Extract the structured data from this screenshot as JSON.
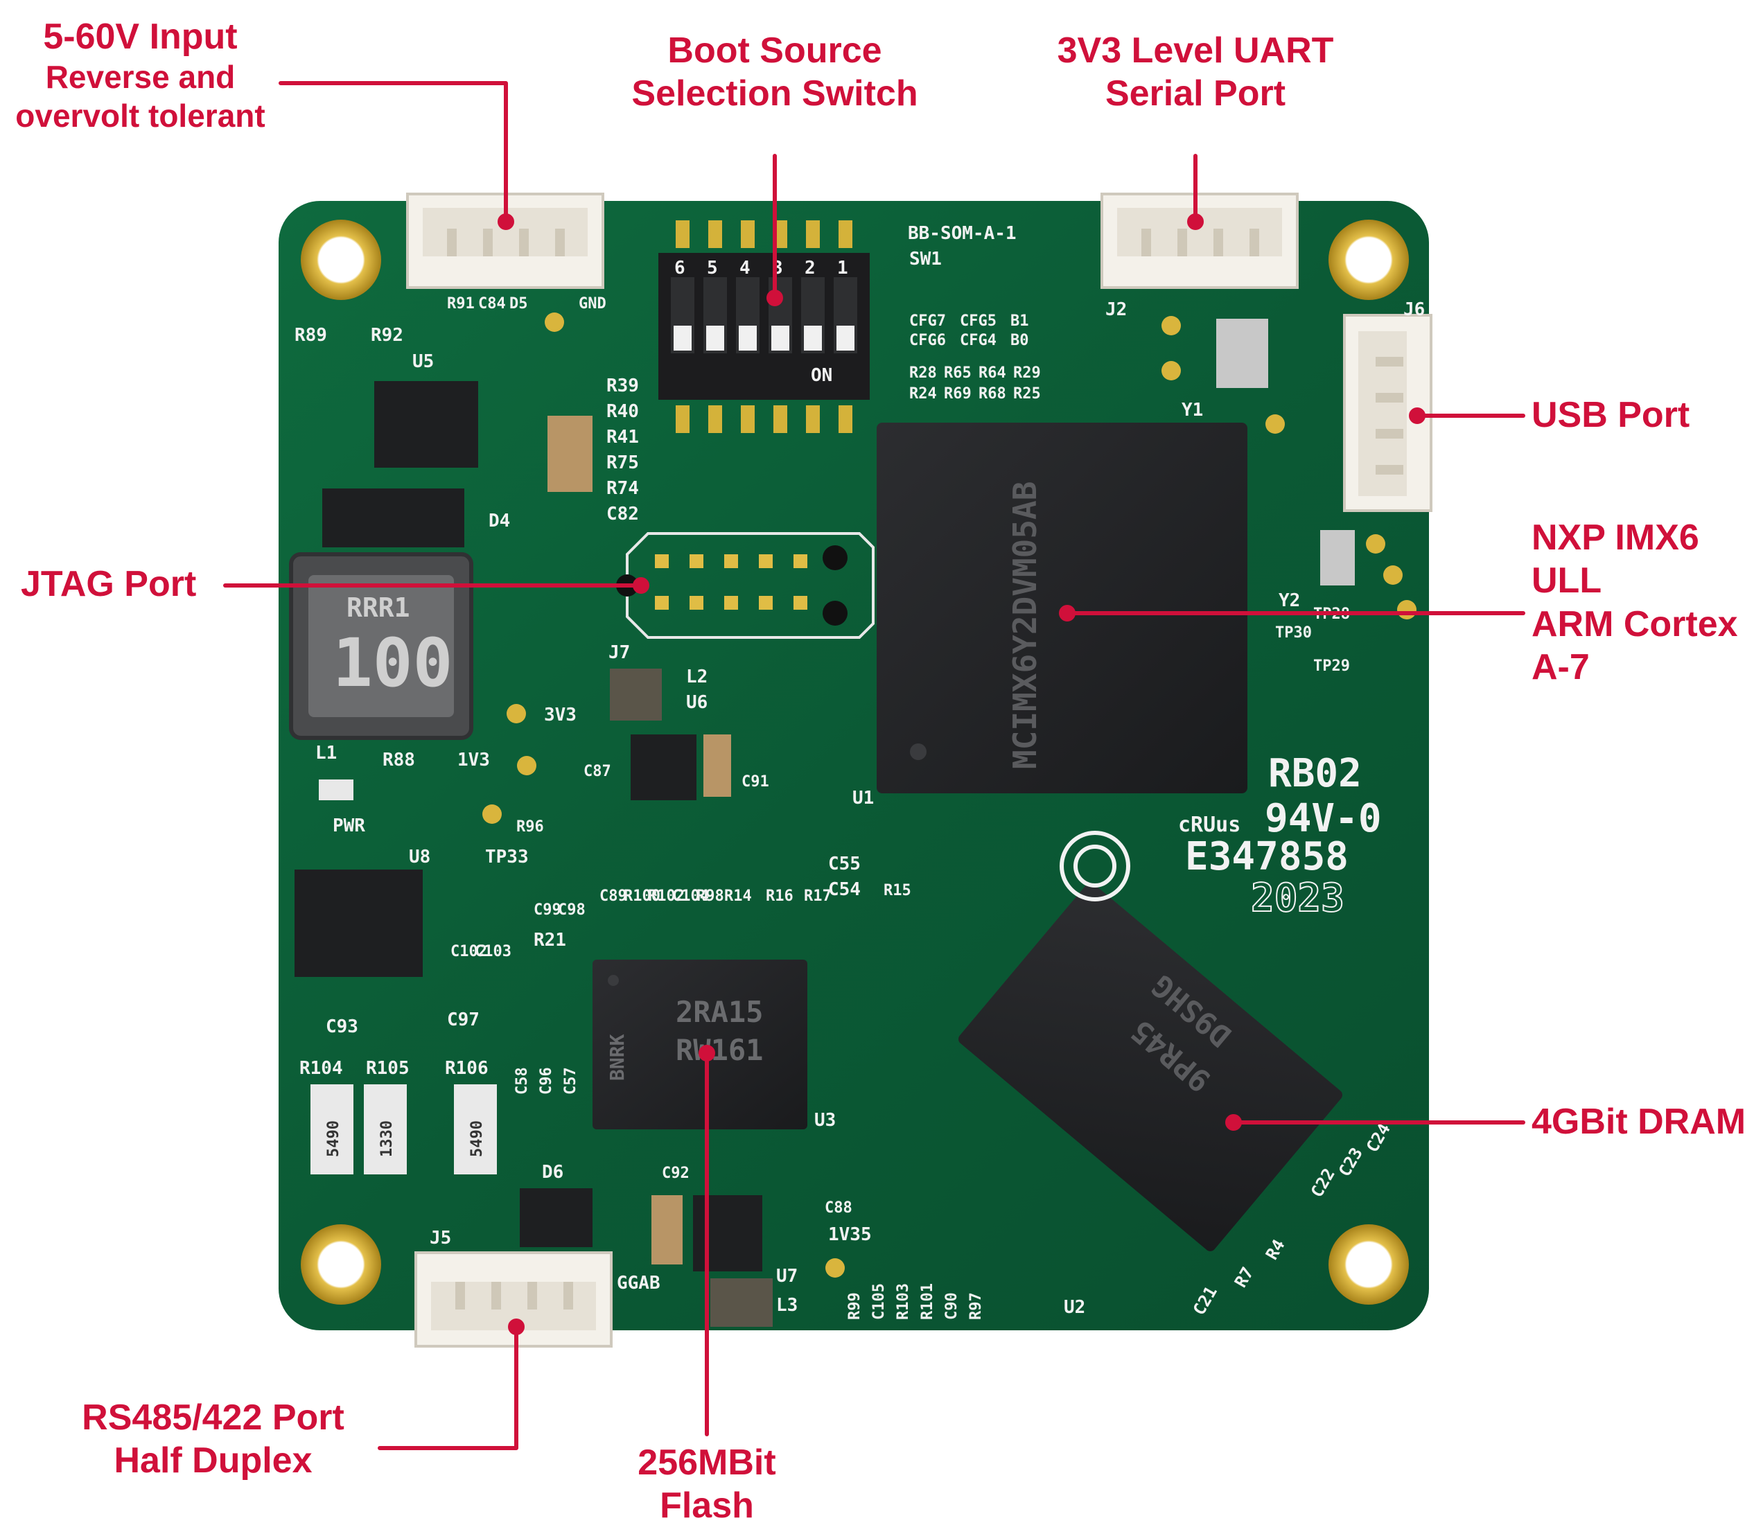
{
  "callouts": {
    "power_input": {
      "title": "5-60V Input",
      "sub1": "Reverse and",
      "sub2": "overvolt tolerant"
    },
    "boot_switch": {
      "line1": "Boot Source",
      "line2": "Selection Switch"
    },
    "uart": {
      "line1": "3V3 Level UART",
      "line2": "Serial Port"
    },
    "usb": {
      "line1": "USB Port"
    },
    "jtag": {
      "line1": "JTAG Port"
    },
    "cpu": {
      "line1": "NXP IMX6",
      "line2": "ULL",
      "line3": "ARM Cortex",
      "line4": "A-7"
    },
    "dram": {
      "line1": "4GBit DRAM"
    },
    "rs485": {
      "line1": "RS485/422 Port",
      "line2": "Half Duplex"
    },
    "flash": {
      "line1": "256MBit",
      "line2": "Flash"
    }
  },
  "board": {
    "silkscreen": {
      "board_id": "BB-SOM-A-1",
      "sw": "SW1",
      "sw_on": "ON",
      "sw_numbers": [
        "6",
        "5",
        "4",
        "3",
        "2",
        "1"
      ],
      "cfg": [
        "CFG7",
        "CFG6",
        "CFG5",
        "CFG4",
        "B1",
        "B0"
      ],
      "res_row": [
        "R28",
        "R65",
        "R64",
        "R29",
        "R24",
        "R69",
        "R68",
        "R25"
      ],
      "res_col": [
        "R39",
        "R40",
        "R41",
        "R75",
        "R74",
        "C82"
      ],
      "top_left": [
        "R89",
        "R92",
        "U5",
        "R91",
        "C84",
        "D5",
        "GND"
      ],
      "d4": "D4",
      "l1": "L1",
      "inductor": "100",
      "inductor_code": "RRR1",
      "j7": "J7",
      "l2": "L2",
      "u6": "U6",
      "v3v3": "3V3",
      "v1v3": "1V3",
      "r88": "R88",
      "pwr": "PWR",
      "c87": "C87",
      "c91": "C91",
      "r96": "R96",
      "tp33": "TP33",
      "u8": "U8",
      "u1": "U1",
      "y1": "Y1",
      "y2": "Y2",
      "j2": "J2",
      "j6": "J6",
      "tp": [
        "TP30",
        "TP29",
        "TP28"
      ],
      "rb02": "RB02",
      "ul_mark": "cRUus",
      "v0": "94V-0",
      "e_num": "E347858",
      "year": "2023",
      "cpu_mark": "MCIMX6Y2DVM05AB",
      "flash_mark1": "2RA15",
      "flash_mark2": "RW161",
      "flash_side": "BNRK",
      "u3": "U3",
      "dram_mark": "D9SHG",
      "dram_mark2": "9PR45",
      "u2": "U2",
      "j5": "J5",
      "ggab": "GGAB",
      "d6": "D6",
      "u7": "U7",
      "l3": "L3",
      "v1v35": "1V35",
      "c92": "C92",
      "c88": "C88",
      "r_bottom": [
        "R104",
        "R105",
        "R106"
      ],
      "r_bottom_codes": [
        "5490",
        "1330",
        "5490"
      ],
      "c93": "C93",
      "c97": "C97",
      "c102": "C102",
      "c103": "C103",
      "c99": "C99",
      "c98": "C98",
      "r21": "R21",
      "mid_row": [
        "C89",
        "R100",
        "R102",
        "C104",
        "R98",
        "R14",
        "R16",
        "R17"
      ],
      "c55": "C55",
      "c54": "C54",
      "r15": "R15",
      "c_left_flash": [
        "C58",
        "C96",
        "C57"
      ],
      "bottom_row": [
        "R99",
        "C105",
        "R103",
        "R101",
        "C90",
        "R97"
      ],
      "dram_side": [
        "C21",
        "R7",
        "R4"
      ],
      "dram_right": [
        "C22",
        "C23",
        "C24"
      ]
    }
  },
  "colors": {
    "accent": "#d0103a",
    "pcb": "#0b5a35",
    "silk": "#f2f2f2",
    "chip": "#232426",
    "gold": "#c9a227",
    "connector": "#f4f1ea"
  }
}
